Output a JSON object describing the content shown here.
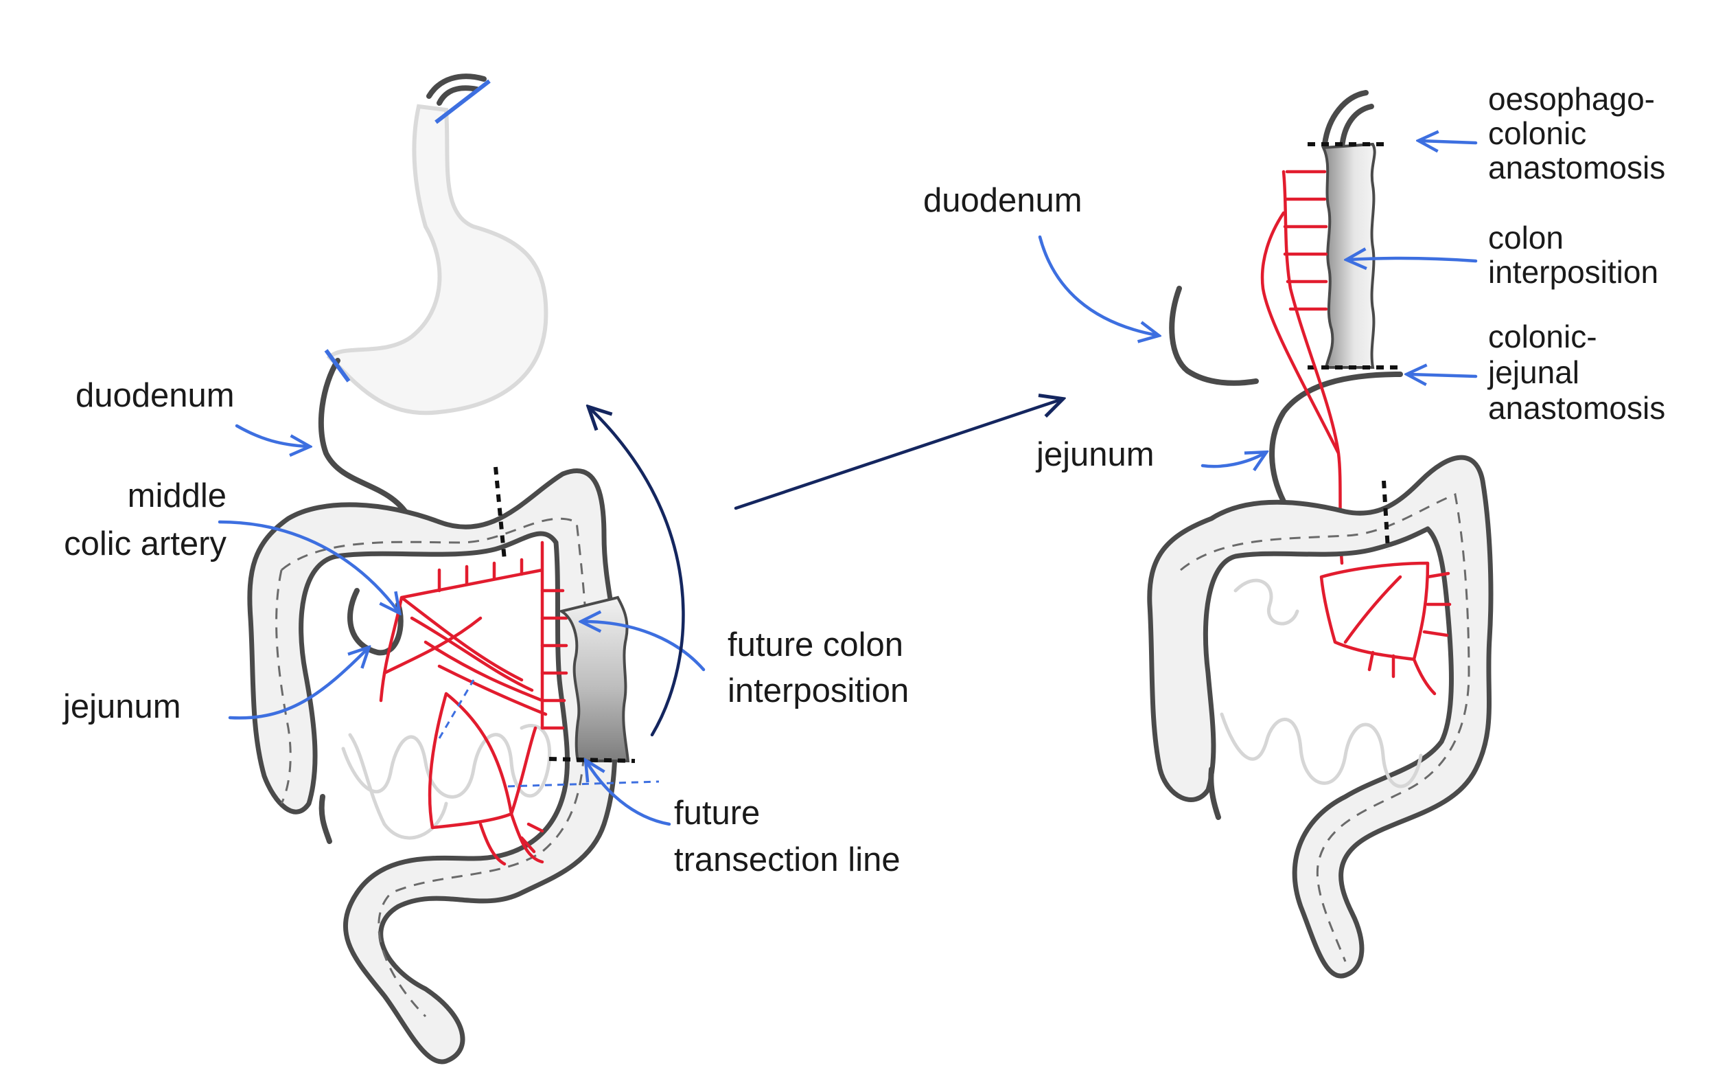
{
  "left_panel": {
    "labels": {
      "duodenum": "duodenum",
      "middle_colic_artery_line1": "middle",
      "middle_colic_artery_line2": "colic artery",
      "jejunum": "jejunum",
      "future_colon_interposition_line1": "future colon",
      "future_colon_interposition_line2": "interposition",
      "future_transection_line_line1": "future",
      "future_transection_line_line2": "transection line"
    }
  },
  "right_panel": {
    "labels": {
      "oesophago_colonic_line1": "oesophago-",
      "oesophago_colonic_line2": "colonic",
      "oesophago_colonic_line3": "anastomosis",
      "duodenum": "duodenum",
      "colon_interposition_line1": "colon",
      "colon_interposition_line2": "interposition",
      "colonic_jejunal_line1": "colonic-",
      "colonic_jejunal_line2": "jejunal",
      "colonic_jejunal_line3": "anastomosis",
      "jejunum": "jejunum"
    }
  },
  "colors": {
    "vessel": "#e21c2e",
    "label_arrow": "#3d6fe0",
    "transition_arrow": "#14265f",
    "bowel_outline": "#4a4a4a"
  }
}
